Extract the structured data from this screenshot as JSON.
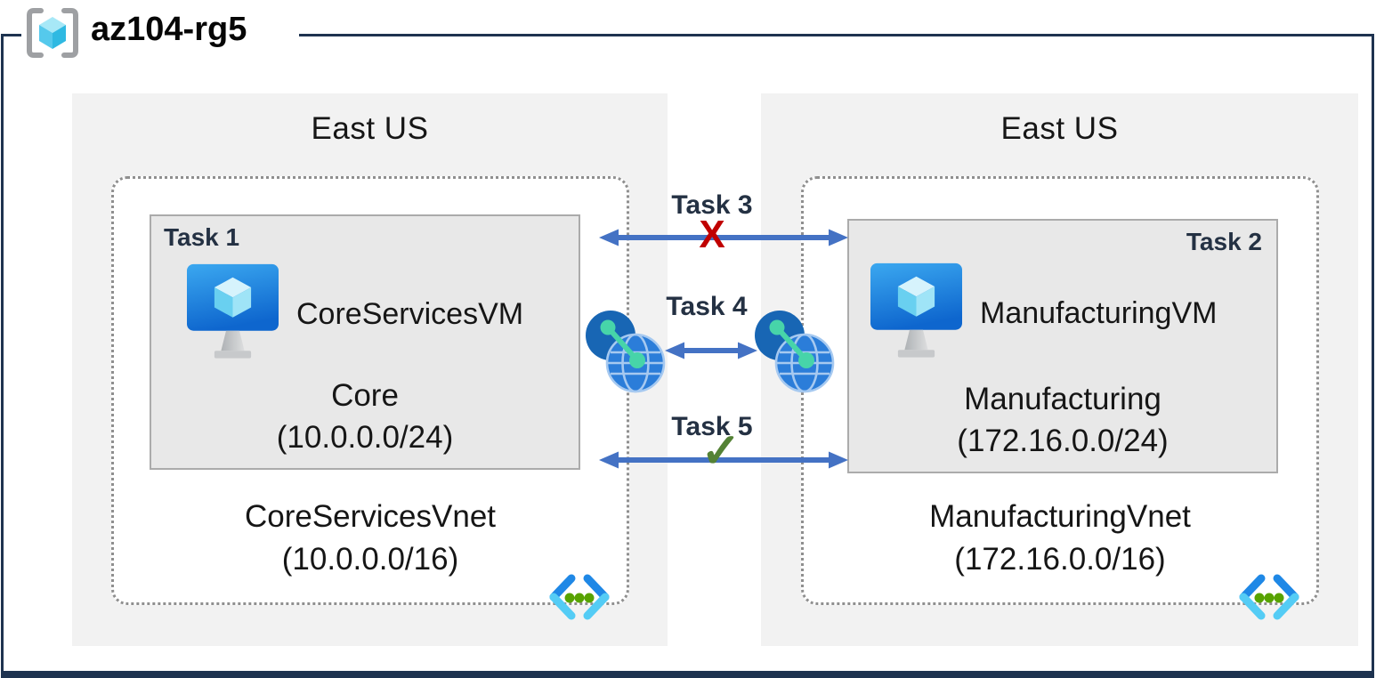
{
  "header": {
    "title": "az104-rg5",
    "icon": "resource-group-icon"
  },
  "regions": [
    {
      "name": "East US",
      "vnet": {
        "name": "CoreServicesVnet",
        "cidr": "(10.0.0.0/16)",
        "subnet": {
          "task_label": "Task 1",
          "vm_name": "CoreServicesVM",
          "name": "Core",
          "cidr": "(10.0.0.0/24)"
        }
      }
    },
    {
      "name": "East US",
      "vnet": {
        "name": "ManufacturingVnet",
        "cidr": "(172.16.0.0/16)",
        "subnet": {
          "task_label": "Task 2",
          "vm_name": "ManufacturingVM",
          "name": "Manufacturing",
          "cidr": "(172.16.0.0/24)"
        }
      }
    }
  ],
  "connections": [
    {
      "label": "Task 3",
      "marker": "X",
      "status": "blocked"
    },
    {
      "label": "Task 4",
      "marker": "",
      "status": "peering-link"
    },
    {
      "label": "Task 5",
      "marker": "✓",
      "status": "allowed"
    }
  ],
  "colors": {
    "frame": "#1E3350",
    "arrow": "#4472C4",
    "blocked_x": "#C00000",
    "allowed_check": "#548235",
    "task_label": "#243143",
    "region_bg": "#F2F2F2",
    "subnet_bg": "#E8E8E8",
    "subnet_border": "#ABABAB",
    "vnet_border": "#8F8F8F",
    "vnet_icon_blue": "#1F88E6",
    "vnet_icon_cyan": "#54CCF5",
    "vnet_icon_green": "#57A300",
    "peering_dark_circle": "#1866B4",
    "peering_globe": "#2B7DD9",
    "peering_green": "#47D4A9"
  }
}
